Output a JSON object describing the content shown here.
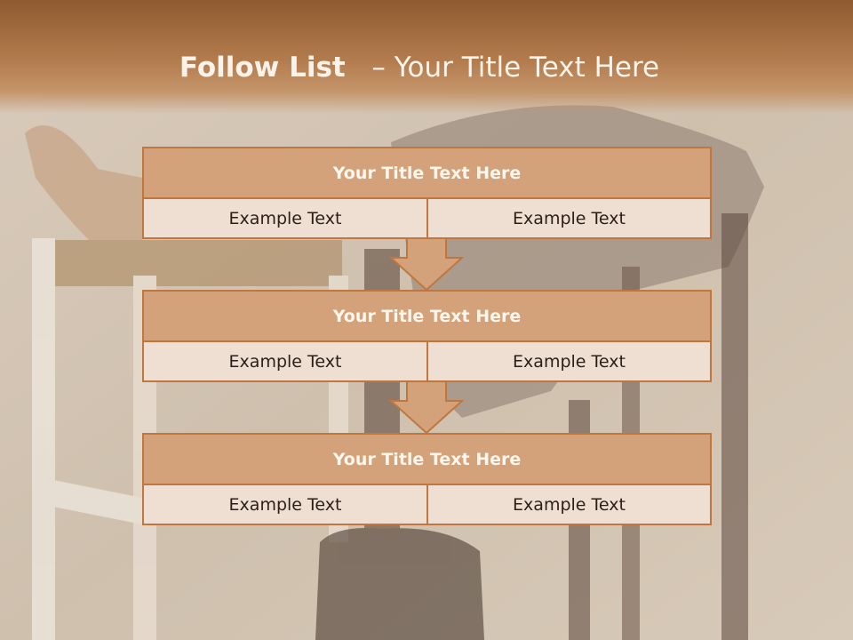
{
  "slide": {
    "title_bold": "Follow List",
    "title_sep": "–",
    "title_rest": "Your Title Text Here"
  },
  "blocks": [
    {
      "title": "Your Title Text Here",
      "left": "Example Text",
      "right": "Example Text"
    },
    {
      "title": "Your Title Text Here",
      "left": "Example Text",
      "right": "Example Text"
    },
    {
      "title": "Your Title Text Here",
      "left": "Example Text",
      "right": "Example Text"
    }
  ],
  "colors": {
    "header_bar": "#a06a3c",
    "block_title_fill": "#d4a27a",
    "block_cell_fill": "#efdfd2",
    "border": "#c0773f"
  }
}
